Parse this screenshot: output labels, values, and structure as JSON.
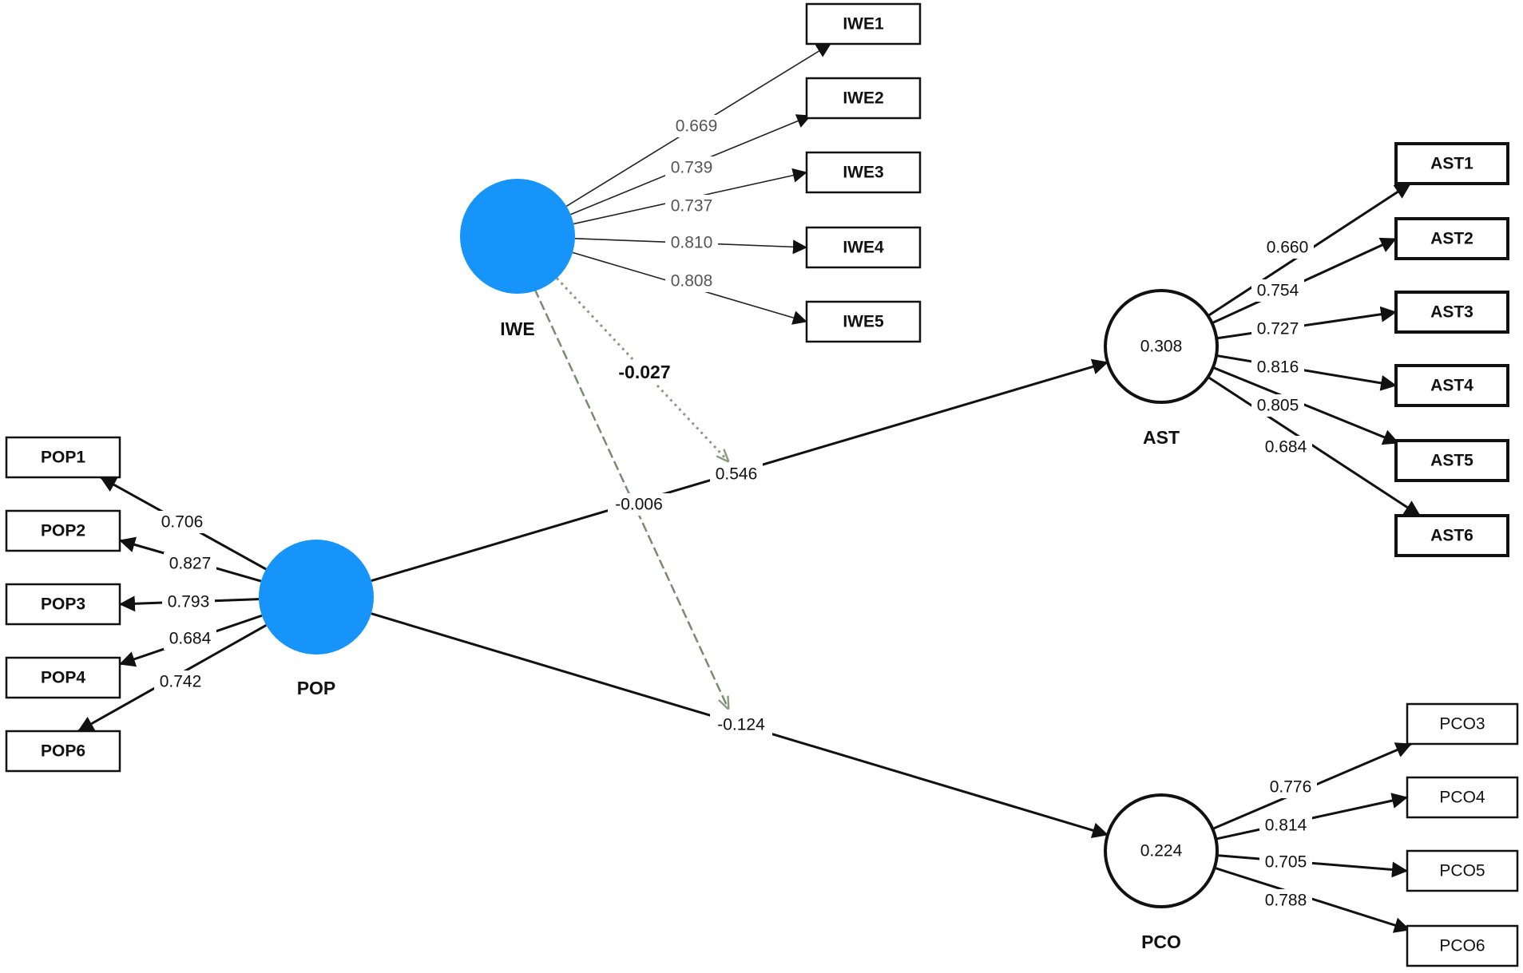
{
  "latents": {
    "IWE": {
      "name": "IWE",
      "r2": ""
    },
    "POP": {
      "name": "POP",
      "r2": ""
    },
    "AST": {
      "name": "AST",
      "r2": "0.308"
    },
    "PCO": {
      "name": "PCO",
      "r2": "0.224"
    }
  },
  "indicators": {
    "IWE": [
      {
        "name": "IWE1",
        "loading": "0.669"
      },
      {
        "name": "IWE2",
        "loading": "0.739"
      },
      {
        "name": "IWE3",
        "loading": "0.737"
      },
      {
        "name": "IWE4",
        "loading": "0.810"
      },
      {
        "name": "IWE5",
        "loading": "0.808"
      }
    ],
    "POP": [
      {
        "name": "POP1",
        "loading": "0.706"
      },
      {
        "name": "POP2",
        "loading": "0.827"
      },
      {
        "name": "POP3",
        "loading": "0.793"
      },
      {
        "name": "POP4",
        "loading": "0.684"
      },
      {
        "name": "POP6",
        "loading": "0.742"
      }
    ],
    "AST": [
      {
        "name": "AST1",
        "loading": "0.660"
      },
      {
        "name": "AST2",
        "loading": "0.754"
      },
      {
        "name": "AST3",
        "loading": "0.727"
      },
      {
        "name": "AST4",
        "loading": "0.816"
      },
      {
        "name": "AST5",
        "loading": "0.805"
      },
      {
        "name": "AST6",
        "loading": "0.684"
      }
    ],
    "PCO": [
      {
        "name": "PCO3",
        "loading": "0.776"
      },
      {
        "name": "PCO4",
        "loading": "0.814"
      },
      {
        "name": "PCO5",
        "loading": "0.705"
      },
      {
        "name": "PCO6",
        "loading": "0.788"
      }
    ]
  },
  "paths": [
    {
      "from": "POP",
      "to": "AST",
      "coef": "0.546"
    },
    {
      "from": "POP",
      "to": "PCO",
      "coef": "-0.124"
    },
    {
      "from": "IWE",
      "to": "POP-AST",
      "coef": "-0.027",
      "moderating": true
    },
    {
      "from": "IWE",
      "to": "POP-PCO",
      "coef": "-0.006",
      "moderating": true
    }
  ],
  "colors": {
    "exogenous_fill": "#1694f9",
    "endogenous_fill": "#ffffff",
    "line": "#111111",
    "moderation_line": "#8a9a80"
  }
}
